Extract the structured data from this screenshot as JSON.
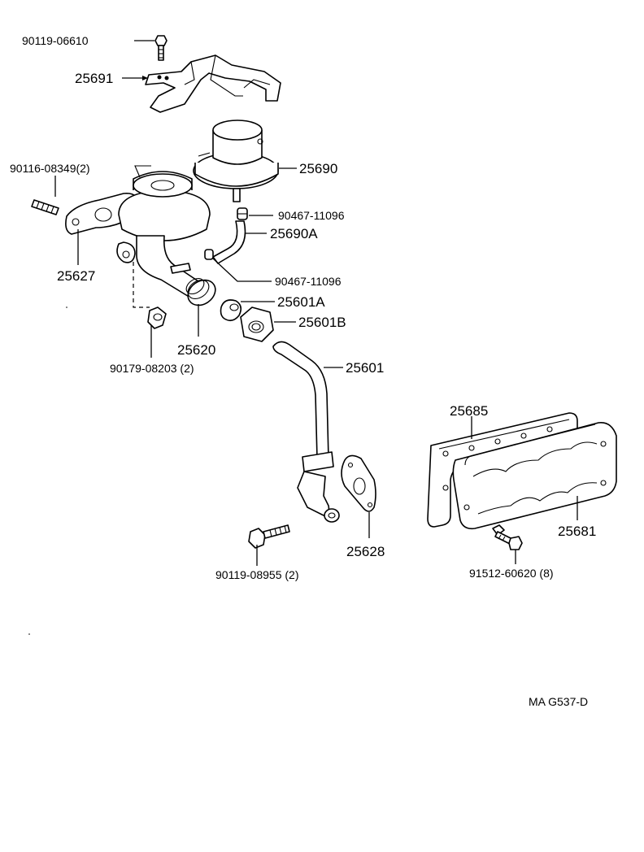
{
  "diagram": {
    "callouts": {
      "bolt_top": "90119-06610",
      "bracket": "25691",
      "stud_bolt": "90116-08349(2)",
      "gasket_valve": "25627",
      "egr_vacuum_modulator": "25690",
      "clip_upper": "90467-11096",
      "hose": "25690A",
      "clip_lower": "90467-11096",
      "egr_valve": "25620",
      "ferrule": "25601A",
      "union_nut": "25601B",
      "nut": "90179-08203 (2)",
      "egr_pipe": "25601",
      "flange_gasket": "25628",
      "flange_bolt": "90119-08955 (2)",
      "cooler_gasket": "25685",
      "egr_cooler_cover": "25681",
      "cover_bolt": "91512-60620 (8)"
    },
    "figure_code": "MA  G537-D"
  }
}
